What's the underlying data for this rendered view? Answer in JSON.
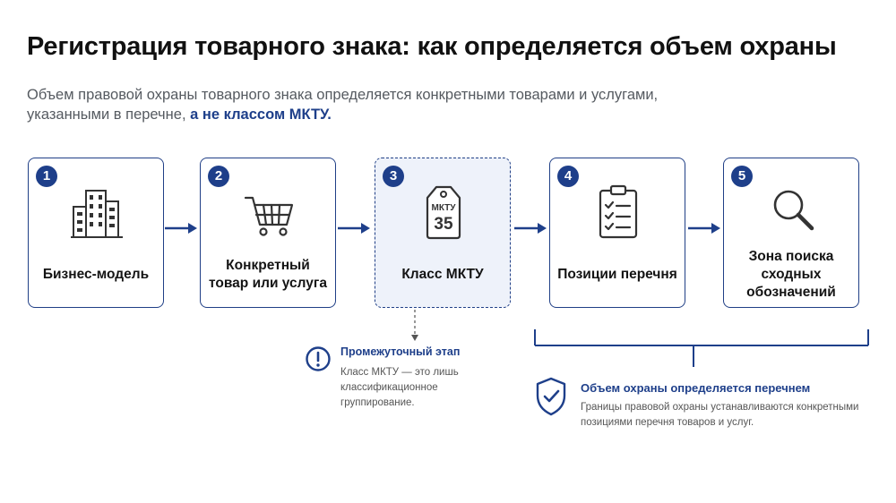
{
  "header": {
    "title": "Регистрация товарного знака: как определяется объем охраны",
    "subtitle_plain": "Объем правовой охраны товарного знака определяется конкретными товарами и услугами, указанными в перечне,",
    "subtitle_highlight": "а не классом МКТУ."
  },
  "steps": [
    {
      "number": "1",
      "label": "Бизнес-модель",
      "icon": "office-building-icon"
    },
    {
      "number": "2",
      "label": "Конкретный товар или услуга",
      "icon": "shopping-cart-icon"
    },
    {
      "number": "3",
      "label": "Класс МКТУ",
      "icon": "price-tag-icon",
      "tag_top": "МКТУ",
      "tag_number": "35"
    },
    {
      "number": "4",
      "label": "Позиции перечня",
      "icon": "checklist-clipboard-icon"
    },
    {
      "number": "5",
      "label": "Зона поиска сходных обозначений",
      "icon": "magnifier-icon"
    }
  ],
  "note": {
    "title": "Промежуточный этап",
    "text": "Класс МКТУ — это лишь классификационное группирование."
  },
  "scope": {
    "title": "Объем охраны определяется перечнем",
    "text": "Границы правовой охраны устанавливаются конкретными позициями перечня товаров и услуг."
  },
  "colors": {
    "accent": "#1e3f8a",
    "highlight_box": "#eef2fa",
    "text_muted": "#555a60"
  }
}
